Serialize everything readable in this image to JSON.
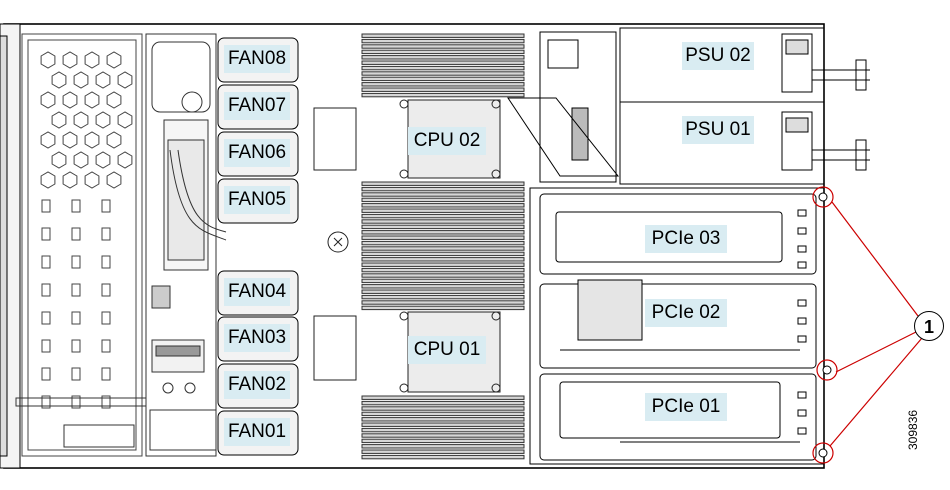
{
  "fans": [
    "FAN08",
    "FAN07",
    "FAN06",
    "FAN05",
    "FAN04",
    "FAN03",
    "FAN02",
    "FAN01"
  ],
  "cpus": [
    "CPU 02",
    "CPU 01"
  ],
  "psus": [
    "PSU 02",
    "PSU 01"
  ],
  "pcie": [
    "PCIe 03",
    "PCIe 02",
    "PCIe 01"
  ],
  "callout": "1",
  "figure_id": "309836",
  "colors": {
    "label_fill": "#d9ecf2",
    "callout_line": "#cc0000",
    "outline": "#000000"
  }
}
